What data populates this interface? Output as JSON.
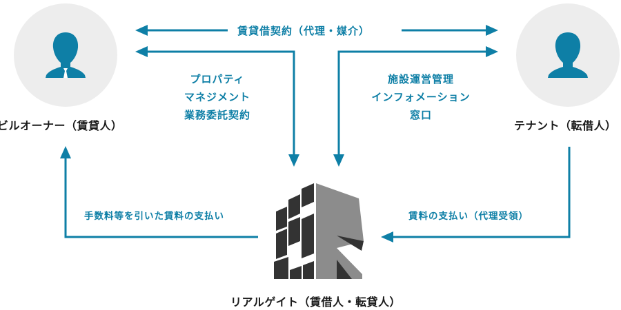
{
  "colors": {
    "accent": "#0e7fa6",
    "circle_bg": "#ededed",
    "logo_dark": "#333333",
    "logo_gray": "#8c8c8c",
    "label_text": "#1a1a1a"
  },
  "parties": {
    "owner": {
      "label": "ビルオーナー（賃貸人）",
      "icon": "person-with-tie-icon"
    },
    "tenant": {
      "label": "テナント（転借人）",
      "icon": "person-icon"
    },
    "company": {
      "label": "リアルゲイト（賃借人・転貸人）",
      "icon": "building-logo-icon"
    }
  },
  "flows": {
    "lease_contract": "賃貸借契約（代理・媒介）",
    "property_management": [
      "プロパティ",
      "マネジメント",
      "業務委託契約"
    ],
    "facility_management": [
      "施設運営管理",
      "インフォメーション",
      "窓口"
    ],
    "payment_to_owner": "手数料等を引いた賃料の支払い",
    "payment_from_tenant": "賃料の支払い（代理受領）"
  }
}
